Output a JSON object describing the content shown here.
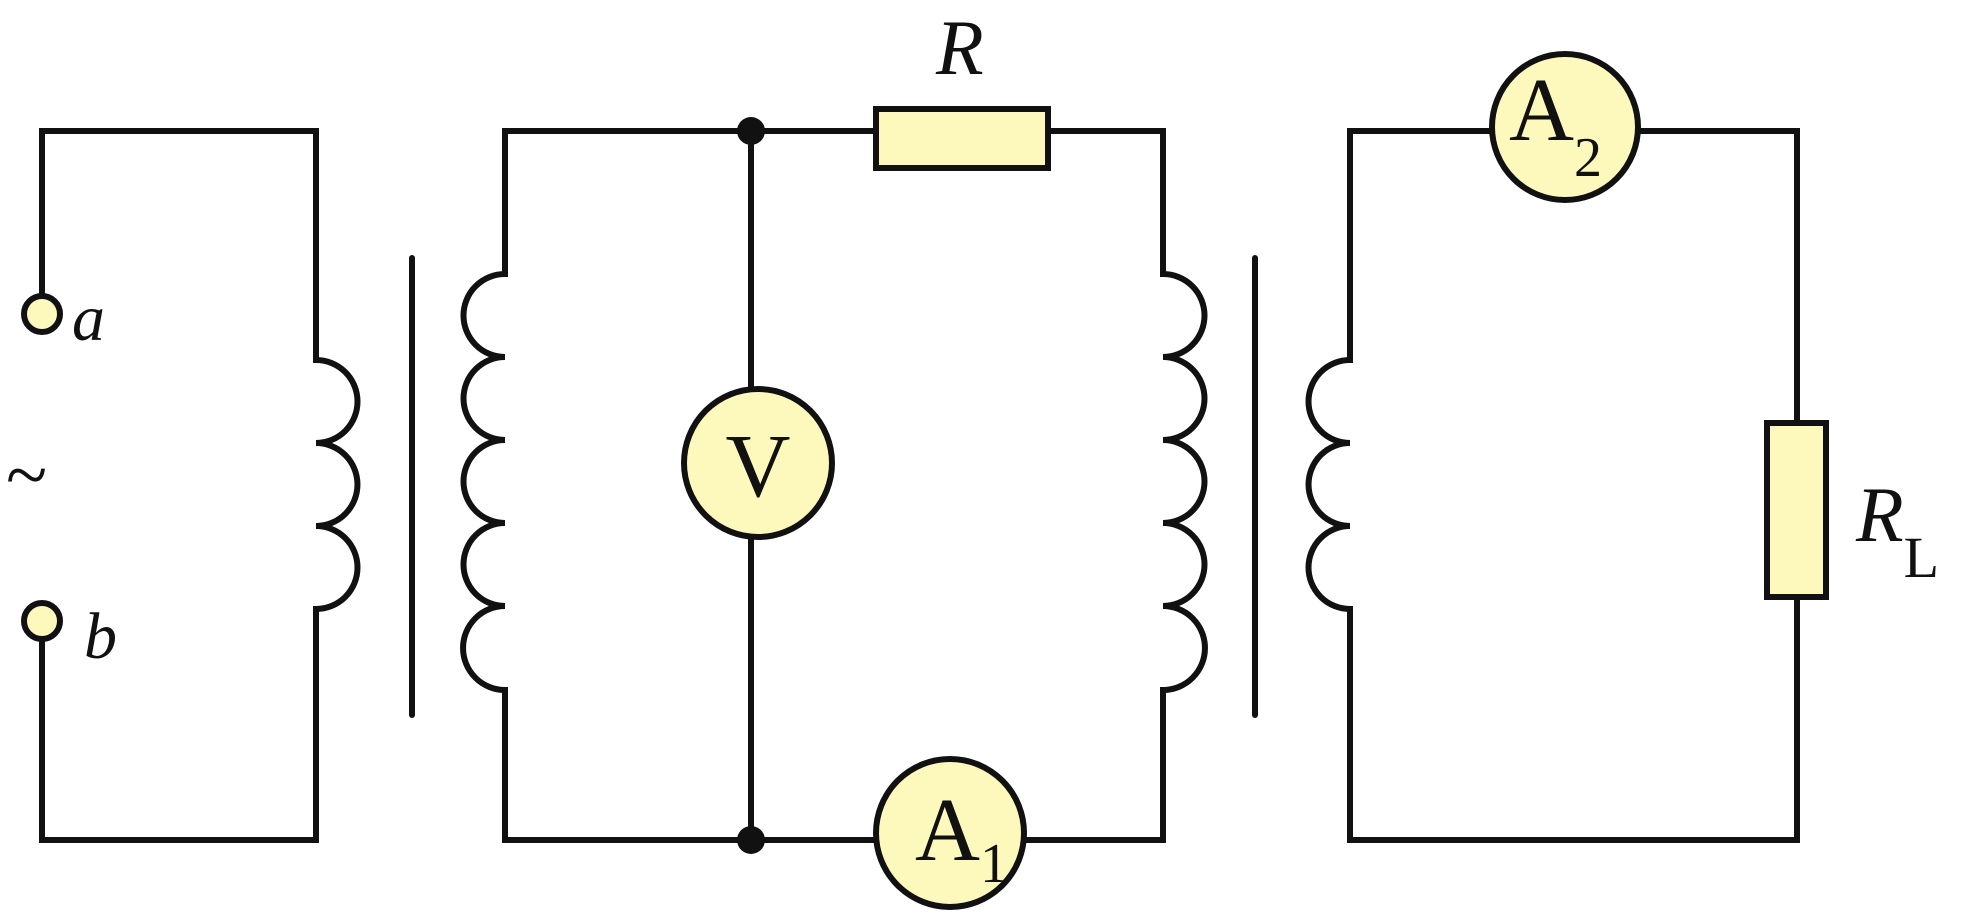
{
  "labels": {
    "terminal_a": "a",
    "terminal_b": "b",
    "ac_source": "~",
    "resistor_R": "R",
    "load_R": "R",
    "load_R_sub": "L",
    "voltmeter": "V",
    "ammeter1": "A",
    "ammeter1_sub": "1",
    "ammeter2": "A",
    "ammeter2_sub": "2"
  },
  "colors": {
    "component_fill": "#fdf9bd",
    "line": "#111111"
  }
}
